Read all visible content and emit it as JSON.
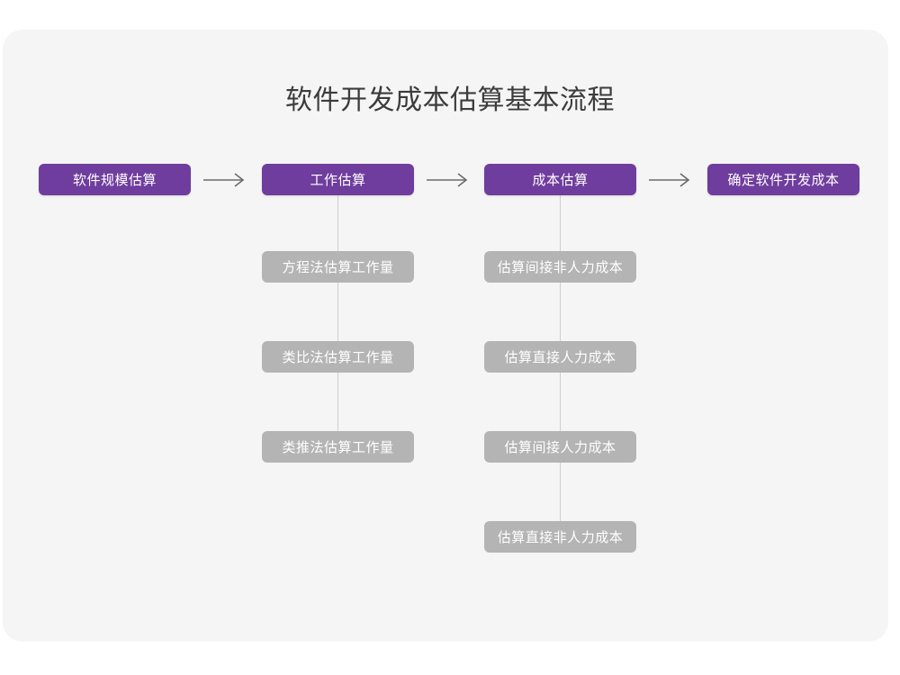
{
  "title": "软件开发成本估算基本流程",
  "colors": {
    "background": "#ffffff",
    "card": "#f5f5f5",
    "primary_node": "#6f3d9e",
    "sub_node": "#b4b4b4",
    "node_text": "#ffffff",
    "title_text": "#3c3c3c",
    "connector": "#cfcfcf",
    "arrow": "#6b6b6b"
  },
  "flow": {
    "stages": [
      {
        "label": "软件规模估算",
        "sub_steps": []
      },
      {
        "label": "工作估算",
        "sub_steps": [
          "方程法估算工作量",
          "类比法估算工作量",
          "类推法估算工作量"
        ]
      },
      {
        "label": "成本估算",
        "sub_steps": [
          "估算间接非人力成本",
          "估算直接人力成本",
          "估算间接人力成本",
          "估算直接非人力成本"
        ]
      },
      {
        "label": "确定软件开发成本",
        "sub_steps": []
      }
    ],
    "arrows": [
      "→",
      "→",
      "→"
    ]
  }
}
